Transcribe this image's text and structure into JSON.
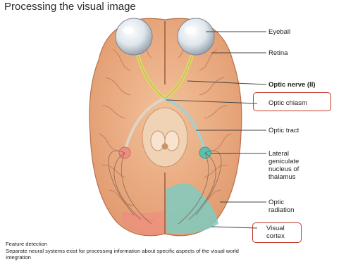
{
  "title": "Processing the visual image",
  "labels": {
    "eyeball": "Eyeball",
    "retina": "Retina",
    "optic_nerve": "Optic nerve (II)",
    "optic_chiasm": "Optic chiasm",
    "optic_tract": "Optic tract",
    "lgn_1": "Lateral",
    "lgn_2": "geniculate",
    "lgn_3": "nucleus of",
    "lgn_4": "thalamus",
    "radiation_1": "Optic",
    "radiation_2": "radiation",
    "cortex_1": "Visual",
    "cortex_2": "cortex"
  },
  "caption": {
    "line1": "Feature detection",
    "line2": "Separate neural systems exist for processing information about specific aspects of the visual world",
    "line3": "Integration"
  },
  "colors": {
    "brain": "#e9a77e",
    "brain_shade": "#c97f5a",
    "nerve": "#e8d85a",
    "lgn": "#5fbfae",
    "cortex_teal": "#7fcbbf",
    "cortex_pink": "#ee8f80",
    "highlight_box": "#c0392b"
  }
}
